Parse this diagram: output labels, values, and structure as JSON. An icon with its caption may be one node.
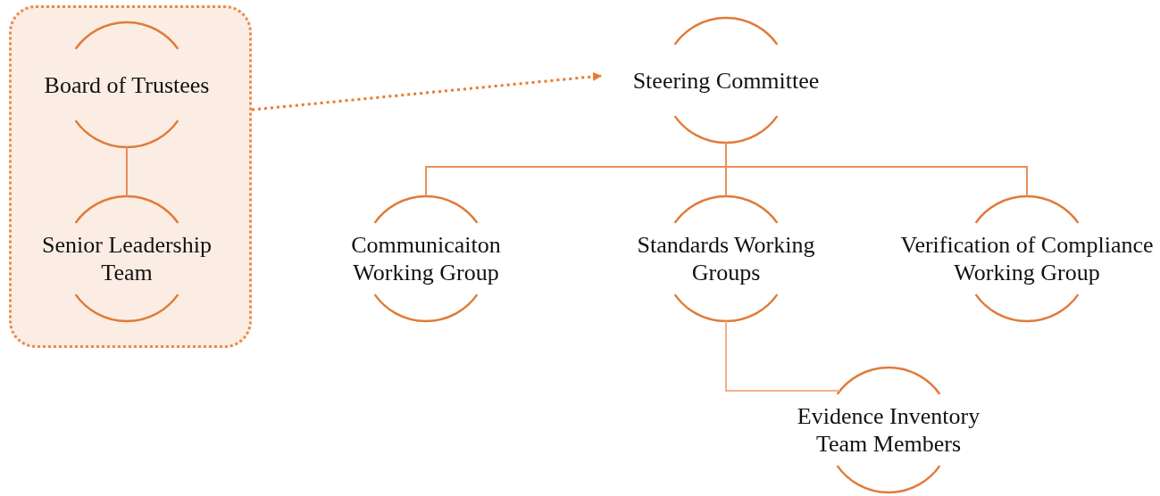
{
  "diagram": {
    "nodes": [
      {
        "text": [],
        "shape": "box"
      },
      {
        "text": [
          "Board of Trustees"
        ],
        "in": 0
      },
      {
        "text": [
          "Senior Leadership Team"
        ],
        "in": 0
      },
      {
        "text": [
          "Steering Committee"
        ]
      },
      {
        "text": [
          "Communicaiton Working Group"
        ]
      },
      {
        "text": [
          "Standards Working Groups"
        ]
      },
      {
        "text": [
          "Verification of Compliance Working Group"
        ]
      },
      {
        "text": [
          "Evidence Inventory Team Members"
        ]
      }
    ],
    "edges": [
      {
        "from": 0,
        "to": 3,
        "arrow": "to",
        "style": "dashed"
      },
      {
        "from": 1,
        "to": 2,
        "arrow": "none"
      },
      {
        "from": 3,
        "to": 4,
        "arrow": "none"
      },
      {
        "from": 3,
        "to": 5,
        "arrow": "none"
      },
      {
        "from": 3,
        "to": 6,
        "arrow": "none"
      },
      {
        "from": 5,
        "to": 7,
        "arrow": "none",
        "color": "#f4b08a"
      }
    ]
  }
}
